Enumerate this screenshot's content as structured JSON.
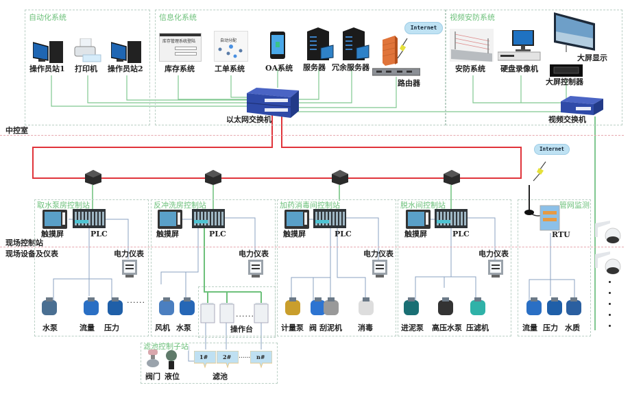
{
  "zones": {
    "central_room": "中控室",
    "field_station": "现场控制站",
    "field_devices": "现场设备及仪表"
  },
  "colors": {
    "ring_network": "#e0333a",
    "ethernet_link": "#7fc78f",
    "field_link": "#8aa0c0",
    "group_border": "#b9cfc4",
    "group_title": "#6cc07a",
    "zone_divider": "#e6a6ad"
  },
  "central": {
    "automation": {
      "title": "自动化系统",
      "items": [
        {
          "label": "操作员站1",
          "icon": "workstation-icon"
        },
        {
          "label": "打印机",
          "icon": "printer-icon"
        },
        {
          "label": "操作员站2",
          "icon": "workstation-icon"
        }
      ]
    },
    "information": {
      "title": "信息化系统",
      "items": [
        {
          "label": "库存系统",
          "icon": "inventory-screen-icon",
          "screen_text": "库存管理系统登陆"
        },
        {
          "label": "工单系统",
          "icon": "workorder-screen-icon",
          "screen_text": "自动分配"
        },
        {
          "label": "OA系统",
          "icon": "smartphone-icon"
        },
        {
          "label": "服务器",
          "icon": "server-icon"
        },
        {
          "label": "冗余服务器",
          "icon": "server-icon"
        },
        {
          "label": "路由器",
          "icon": "router-icon"
        }
      ],
      "internet": "Internet",
      "switch": "以太网交换机"
    },
    "video": {
      "title": "视频安防系统",
      "items": [
        {
          "label": "安防系统",
          "icon": "fence-icon"
        },
        {
          "label": "硬盘录像机",
          "icon": "dvr-icon"
        },
        {
          "label": "大屏显示",
          "icon": "large-display-icon"
        },
        {
          "label": "大屏控制器",
          "icon": "display-controller-icon"
        }
      ],
      "switch": "视频交换机"
    }
  },
  "stations": [
    {
      "title": "取水泵房控制站",
      "hmi": "触摸屏",
      "plc": "PLC",
      "meter": "电力仪表",
      "devices": [
        {
          "label": "水泵",
          "icon": "pump-icon"
        },
        {
          "label": "流量",
          "icon": "flowmeter-icon"
        },
        {
          "label": "压力",
          "icon": "pressure-transmitter-icon"
        }
      ],
      "ellipsis": "......"
    },
    {
      "title": "反冲洗房控制站",
      "hmi": "触摸屏",
      "plc": "PLC",
      "meter": "电力仪表",
      "devices": [
        {
          "label": "风机",
          "icon": "blower-icon"
        },
        {
          "label": "水泵",
          "icon": "pump-icon"
        }
      ],
      "console_label": "操作台",
      "console_ellipsis": "......",
      "substation": {
        "title": "滤池控制子站",
        "devices": [
          {
            "label": "阀门",
            "icon": "valve-icon"
          },
          {
            "label": "液位",
            "icon": "level-sensor-icon"
          }
        ],
        "tanks": [
          "1#",
          "2#",
          "n#"
        ],
        "tank_ellipsis": "......",
        "tanks_label": "滤池"
      }
    },
    {
      "title": "加药消毒间控制站",
      "hmi": "触摸屏",
      "plc": "PLC",
      "meter": "电力仪表",
      "devices": [
        {
          "label": "计量泵",
          "icon": "metering-pump-icon"
        },
        {
          "label": "阀",
          "icon": "valve-icon"
        },
        {
          "label": "刮泥机",
          "icon": "scraper-icon"
        },
        {
          "label": "消毒",
          "icon": "disinfection-cabinet-icon"
        }
      ]
    },
    {
      "title": "脱水间控制站",
      "hmi": "触摸屏",
      "plc": "PLC",
      "meter": "电力仪表",
      "devices": [
        {
          "label": "进泥泵",
          "icon": "screw-pump-icon"
        },
        {
          "label": "高压水泵",
          "icon": "vertical-pump-icon"
        },
        {
          "label": "压滤机",
          "icon": "filter-press-icon"
        }
      ]
    }
  ],
  "pipe_network": {
    "title": "管网监测",
    "internet": "Internet",
    "rtu": "RTU",
    "devices": [
      {
        "label": "流量",
        "icon": "flowmeter-icon"
      },
      {
        "label": "压力",
        "icon": "pressure-transmitter-icon"
      },
      {
        "label": "水质",
        "icon": "water-quality-meter-icon"
      }
    ]
  },
  "cameras": {
    "count_shown": 2,
    "ellipsis_dots": 5
  }
}
